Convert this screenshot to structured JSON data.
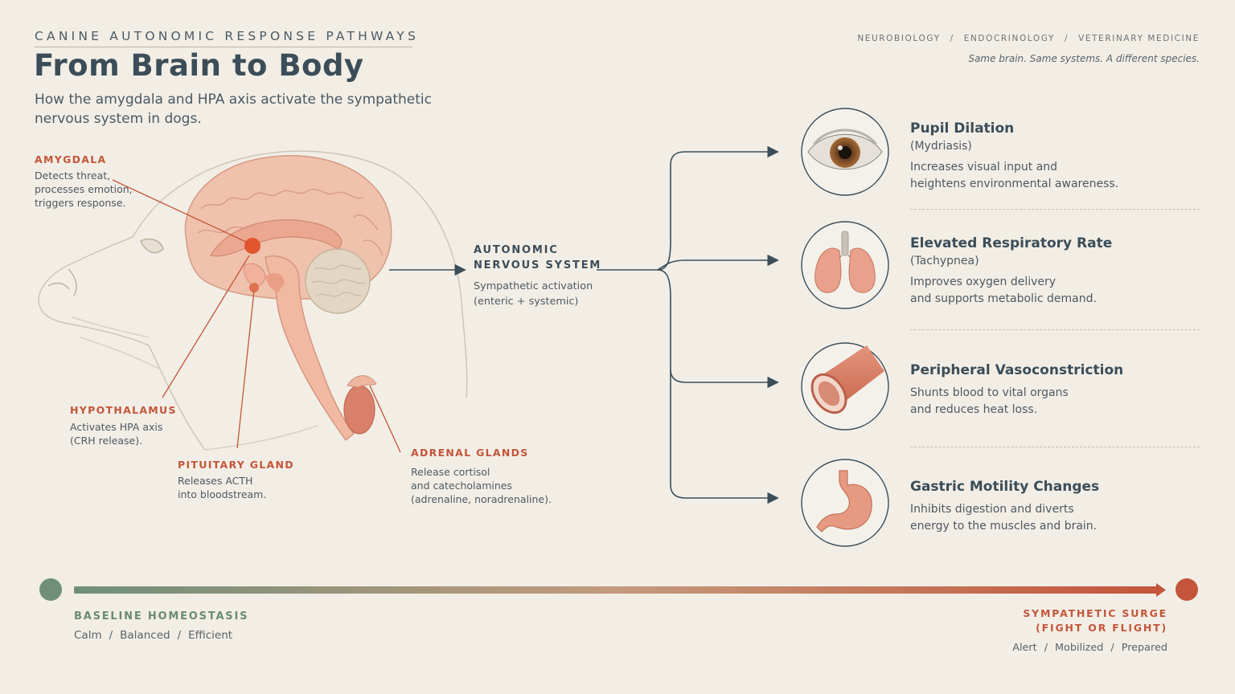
{
  "header": {
    "eyebrow": "CANINE AUTONOMIC RESPONSE PATHWAYS",
    "title": "From Brain to Body",
    "subtitle": "How the amygdala and HPA axis activate the sympathetic nervous system in dogs.",
    "crumbs": [
      "NEUROBIOLOGY",
      "ENDOCRINOLOGY",
      "VETERINARY MEDICINE"
    ],
    "crumb_sep": "/",
    "tagline": "Same brain. Same systems. A different species."
  },
  "brain_labels": {
    "amygdala": {
      "title": "AMYGDALA",
      "lines": [
        "Detects threat,",
        "processes emotion,",
        "triggers response."
      ]
    },
    "hypothalamus": {
      "title": "HYPOTHALAMUS",
      "lines": [
        "Activates HPA axis",
        "(CRH release)."
      ]
    },
    "pituitary": {
      "title": "PITUITARY GLAND",
      "lines": [
        "Releases ACTH",
        "into bloodstream."
      ]
    },
    "adrenal": {
      "title": "ADRENAL GLANDS",
      "lines": [
        "Release cortisol",
        "and catecholamines",
        "(adrenaline, noradrenaline)."
      ]
    }
  },
  "ans": {
    "title_lines": [
      "AUTONOMIC",
      "NERVOUS SYSTEM"
    ],
    "lines": [
      "Sympathetic activation",
      "(enteric + systemic)"
    ]
  },
  "effects": [
    {
      "title": "Pupil Dilation",
      "sub": "(Mydriasis)",
      "lines": [
        "Increases visual input and",
        "heightens environmental awareness."
      ],
      "icon": "eye-icon"
    },
    {
      "title": "Elevated Respiratory Rate",
      "sub": "(Tachypnea)",
      "lines": [
        "Improves oxygen delivery",
        "and supports metabolic demand."
      ],
      "icon": "lungs-icon"
    },
    {
      "title": "Peripheral Vasoconstriction",
      "sub": "",
      "lines": [
        "Shunts blood to vital organs",
        "and reduces heat loss."
      ],
      "icon": "blood-vessel-icon"
    },
    {
      "title": "Gastric Motility Changes",
      "sub": "",
      "lines": [
        "Inhibits digestion and diverts",
        "energy to the muscles and brain."
      ],
      "icon": "stomach-icon"
    }
  ],
  "scale": {
    "left_title": "BASELINE HOMEOSTASIS",
    "left_terms": [
      "Calm",
      "Balanced",
      "Efficient"
    ],
    "right_title_lines": [
      "SYMPATHETIC SURGE",
      "(FIGHT OR FLIGHT)"
    ],
    "right_terms": [
      "Alert",
      "Mobilized",
      "Prepared"
    ],
    "sep": "/"
  },
  "colors": {
    "accent": "#c4553a",
    "ink": "#3b4d58",
    "calm_green": "#6a8a76",
    "background": "#f2eee6"
  }
}
